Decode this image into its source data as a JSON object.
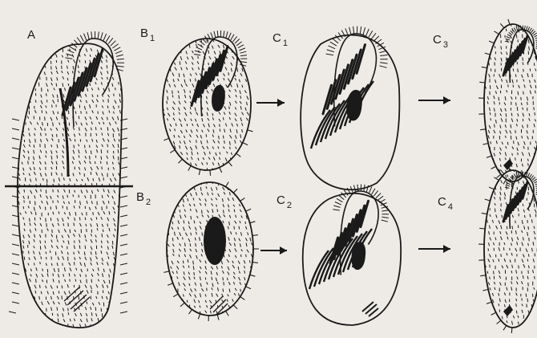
{
  "colors": {
    "ink": "#1a1a1a",
    "paper": "#eeebe7"
  },
  "panel_labels": [
    {
      "key": "A",
      "letter": "A",
      "sub": ""
    },
    {
      "key": "B1",
      "letter": "B",
      "sub": "1"
    },
    {
      "key": "B2",
      "letter": "B",
      "sub": "2"
    },
    {
      "key": "C1",
      "letter": "C",
      "sub": "1"
    },
    {
      "key": "C2",
      "letter": "C",
      "sub": "2"
    },
    {
      "key": "C3",
      "letter": "C",
      "sub": "3"
    },
    {
      "key": "C4",
      "letter": "C",
      "sub": "4"
    }
  ],
  "arrows": [
    {
      "from": "B1",
      "to": "C1"
    },
    {
      "from": "B2",
      "to": "C2"
    },
    {
      "from": "C1",
      "to": "C3"
    },
    {
      "from": "C2",
      "to": "C4"
    }
  ],
  "cells": [
    {
      "panel": "A",
      "shape": "elongated cell with oral groove",
      "cut": "transverse section line"
    },
    {
      "panel": "B1",
      "shape": "anterior fragment"
    },
    {
      "panel": "B2",
      "shape": "posterior fragment"
    },
    {
      "panel": "C1",
      "shape": "regenerating anterior fragment"
    },
    {
      "panel": "C2",
      "shape": "regenerating posterior fragment"
    },
    {
      "panel": "C3",
      "shape": "regenerated cell"
    },
    {
      "panel": "C4",
      "shape": "regenerated cell"
    }
  ]
}
